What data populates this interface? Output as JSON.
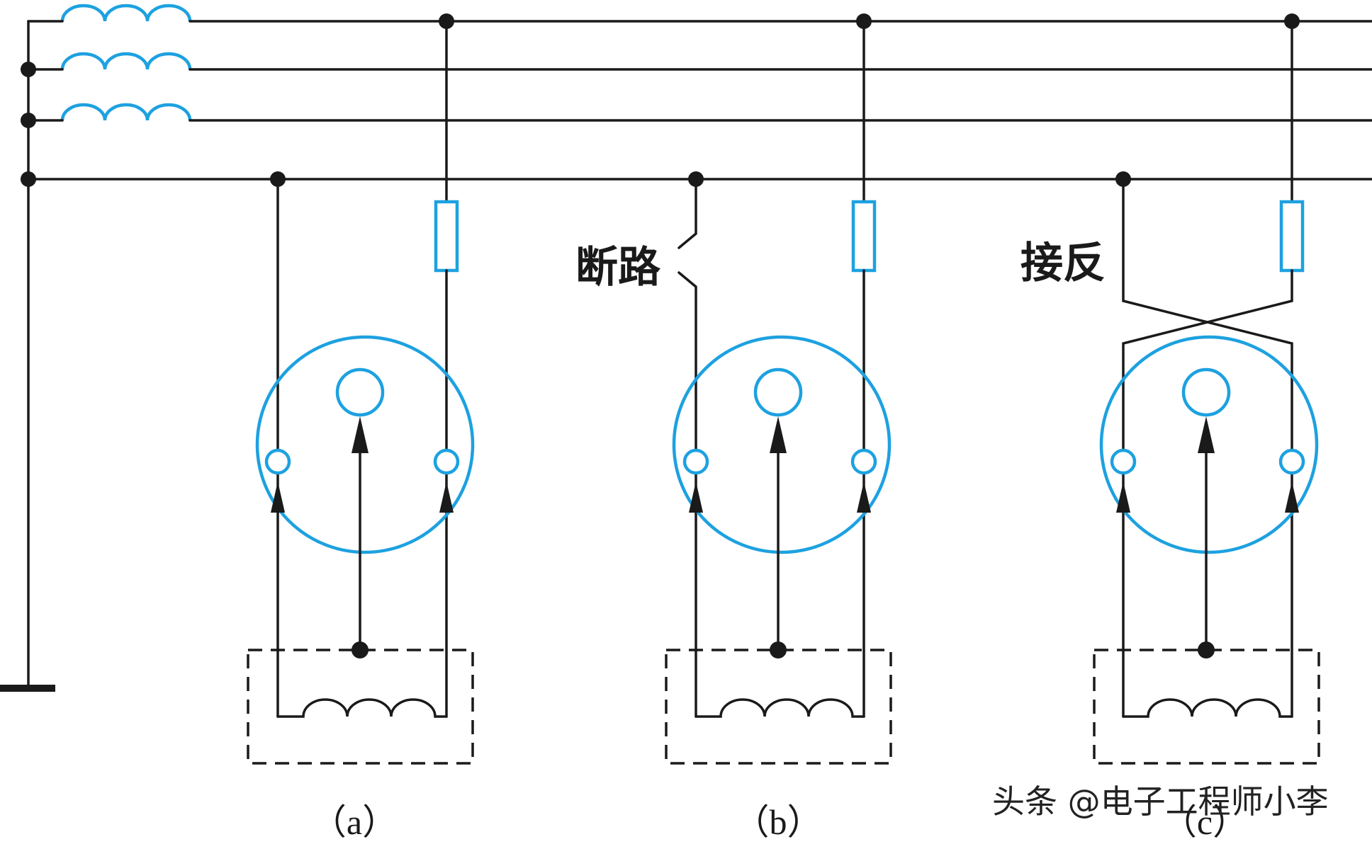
{
  "diagram": {
    "labels": {
      "open_circuit": "断路",
      "reversed": "接反"
    },
    "panels": [
      {
        "id": "a",
        "caption": "（a）"
      },
      {
        "id": "b",
        "caption": "（b）"
      },
      {
        "id": "c",
        "caption": "（c）"
      }
    ],
    "watermark": "头条 @电子工程师小李",
    "colors": {
      "wire": "#1a1a1a",
      "component": "#1da1e0"
    }
  }
}
